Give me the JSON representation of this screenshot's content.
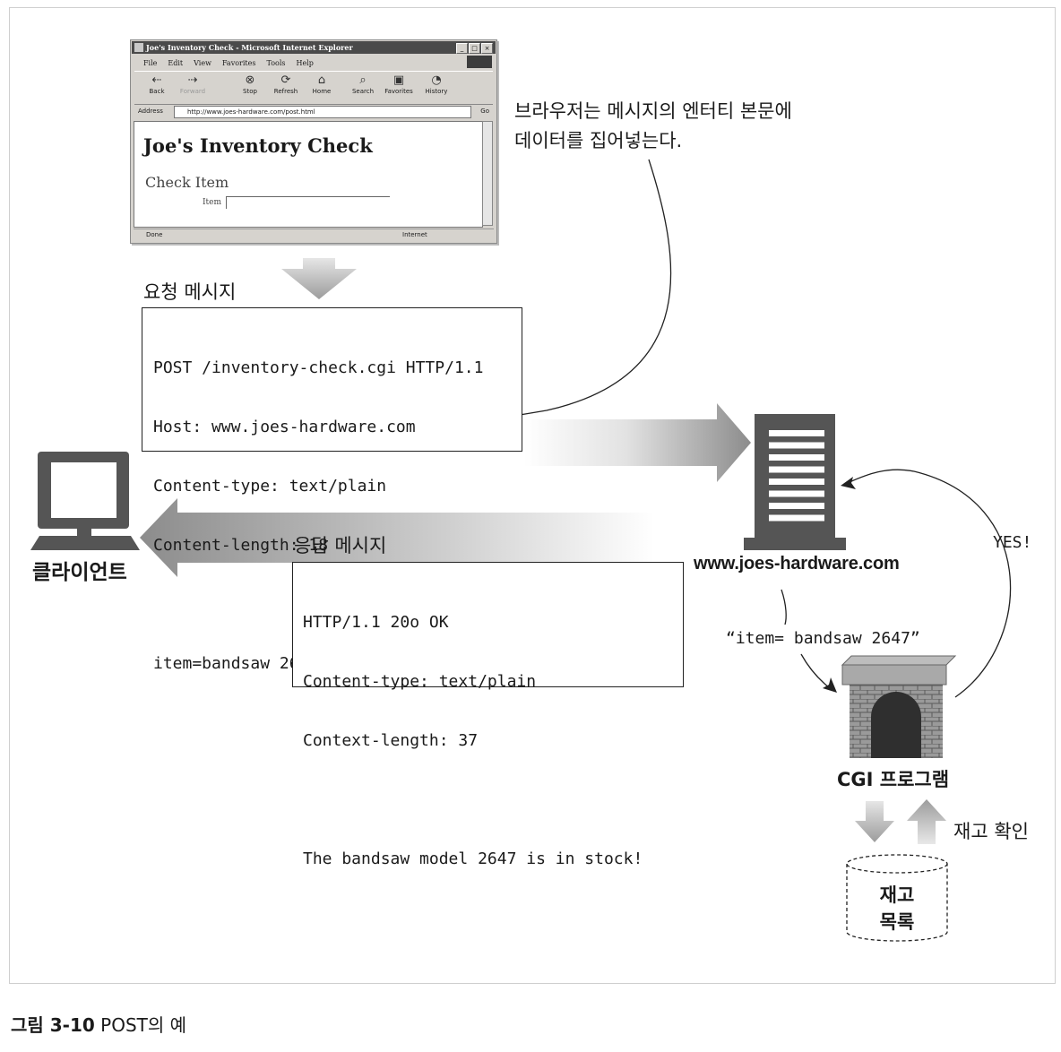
{
  "browser": {
    "window_title": "Joe's Inventory Check - Microsoft Internet Explorer",
    "menu": [
      "File",
      "Edit",
      "View",
      "Favorites",
      "Tools",
      "Help"
    ],
    "toolbar": [
      "Back",
      "Forward",
      "Stop",
      "Refresh",
      "Home",
      "Search",
      "Favorites",
      "History"
    ],
    "address_label": "Address",
    "address_url": "http://www.joes-hardware.com/post.html",
    "go_label": "Go",
    "page_heading": "Joe's Inventory Check",
    "page_subheading": "Check Item",
    "item_label": "Item",
    "status_left": "Done",
    "status_right": "Internet"
  },
  "callout": {
    "line1": "브라우저는 메시지의 엔터티 본문에",
    "line2": "데이터를 집어넣는다."
  },
  "request": {
    "label": "요청 메시지",
    "lines": [
      "POST /inventory-check.cgi HTTP/1.1",
      "Host: www.joes-hardware.com",
      "Content-type: text/plain",
      "Content-length: 18",
      "",
      "item=bandsaw 2647"
    ]
  },
  "response": {
    "label": "응답 메시지",
    "lines": [
      "HTTP/1.1 20o OK",
      "Content-type: text/plain",
      "Context-length: 37",
      "",
      "The bandsaw model 2647 is in stock!"
    ]
  },
  "client_label": "클라이언트",
  "server_label": "www.joes-hardware.com",
  "query_label": "“item= bandsaw 2647”",
  "yes_label": "YES!",
  "cgi_label": "CGI 프로그램",
  "stock_check_label": "재고 확인",
  "inventory": {
    "line1": "재고",
    "line2": "목록"
  },
  "caption": {
    "number": "그림 3-10",
    "text": "POST의 예"
  }
}
